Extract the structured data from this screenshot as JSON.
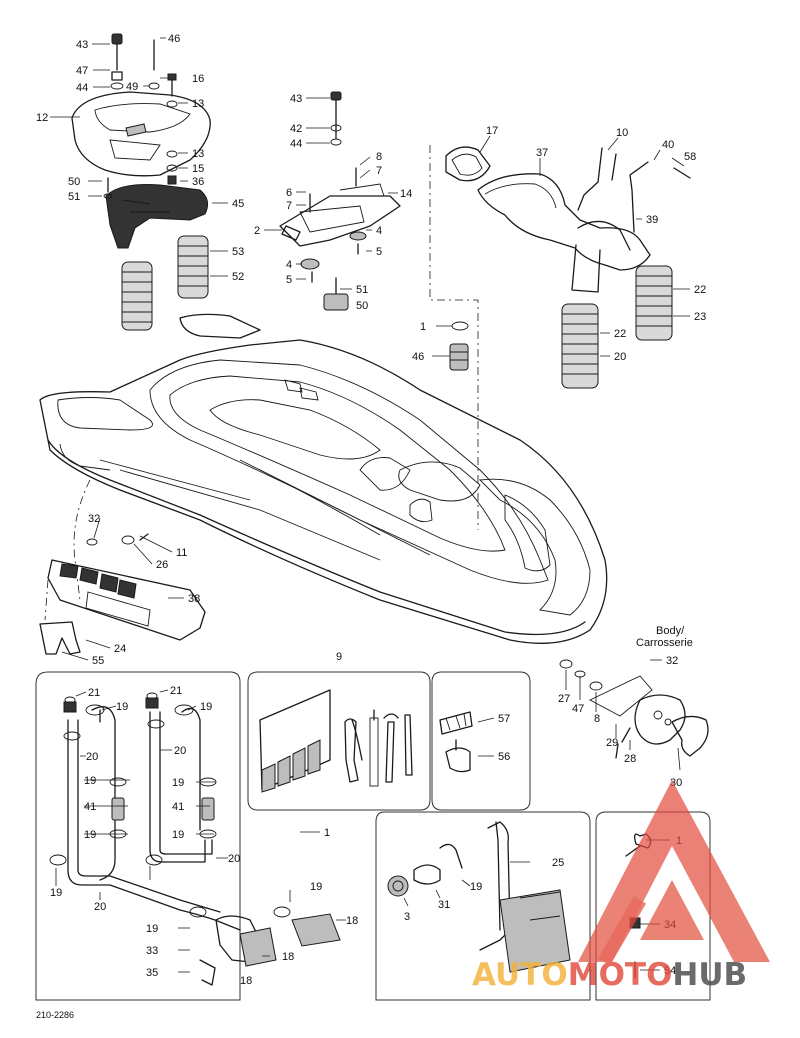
{
  "labels": [
    {
      "id": "43a",
      "text": "43"
    },
    {
      "id": "46a",
      "text": "46"
    },
    {
      "id": "47a",
      "text": "47"
    },
    {
      "id": "16",
      "text": "16"
    },
    {
      "id": "44a",
      "text": "44"
    },
    {
      "id": "49",
      "text": "49"
    },
    {
      "id": "13a",
      "text": "13"
    },
    {
      "id": "12",
      "text": "12"
    },
    {
      "id": "13b",
      "text": "13"
    },
    {
      "id": "15",
      "text": "15"
    },
    {
      "id": "50",
      "text": "50"
    },
    {
      "id": "36",
      "text": "36"
    },
    {
      "id": "51a",
      "text": "51"
    },
    {
      "id": "45",
      "text": "45"
    },
    {
      "id": "53",
      "text": "53"
    },
    {
      "id": "52",
      "text": "52"
    },
    {
      "id": "43b",
      "text": "43"
    },
    {
      "id": "42",
      "text": "42"
    },
    {
      "id": "44b",
      "text": "44"
    },
    {
      "id": "8a",
      "text": "8"
    },
    {
      "id": "7a",
      "text": "7"
    },
    {
      "id": "6",
      "text": "6"
    },
    {
      "id": "14",
      "text": "14"
    },
    {
      "id": "7b",
      "text": "7"
    },
    {
      "id": "2",
      "text": "2"
    },
    {
      "id": "4a",
      "text": "4"
    },
    {
      "id": "5a",
      "text": "5"
    },
    {
      "id": "4b",
      "text": "4"
    },
    {
      "id": "5b",
      "text": "5"
    },
    {
      "id": "51b",
      "text": "51"
    },
    {
      "id": "50b",
      "text": "50"
    },
    {
      "id": "17",
      "text": "17"
    },
    {
      "id": "10",
      "text": "10"
    },
    {
      "id": "37",
      "text": "37"
    },
    {
      "id": "40",
      "text": "40"
    },
    {
      "id": "58",
      "text": "58"
    },
    {
      "id": "39",
      "text": "39"
    },
    {
      "id": "22a",
      "text": "22"
    },
    {
      "id": "23",
      "text": "23"
    },
    {
      "id": "22b",
      "text": "22"
    },
    {
      "id": "20a",
      "text": "20"
    },
    {
      "id": "1a",
      "text": "1"
    },
    {
      "id": "46b",
      "text": "46"
    },
    {
      "id": "32a",
      "text": "32"
    },
    {
      "id": "11",
      "text": "11"
    },
    {
      "id": "26",
      "text": "26"
    },
    {
      "id": "38",
      "text": "38"
    },
    {
      "id": "55",
      "text": "55"
    },
    {
      "id": "24",
      "text": "24"
    },
    {
      "id": "9",
      "text": "9"
    },
    {
      "id": "body",
      "text": "Body/"
    },
    {
      "id": "carr",
      "text": "Carrosserie"
    },
    {
      "id": "32b",
      "text": "32"
    },
    {
      "id": "27",
      "text": "27"
    },
    {
      "id": "47b",
      "text": "47"
    },
    {
      "id": "8b",
      "text": "8"
    },
    {
      "id": "29",
      "text": "29"
    },
    {
      "id": "28",
      "text": "28"
    },
    {
      "id": "30",
      "text": "30"
    },
    {
      "id": "57",
      "text": "57"
    },
    {
      "id": "56",
      "text": "56"
    },
    {
      "id": "21a",
      "text": "21"
    },
    {
      "id": "21b",
      "text": "21"
    },
    {
      "id": "19a",
      "text": "19"
    },
    {
      "id": "19b",
      "text": "19"
    },
    {
      "id": "20b",
      "text": "20"
    },
    {
      "id": "20c",
      "text": "20"
    },
    {
      "id": "19c",
      "text": "19"
    },
    {
      "id": "19d",
      "text": "19"
    },
    {
      "id": "41a",
      "text": "41"
    },
    {
      "id": "41b",
      "text": "41"
    },
    {
      "id": "19e",
      "text": "19"
    },
    {
      "id": "19f",
      "text": "19"
    },
    {
      "id": "20d",
      "text": "20"
    },
    {
      "id": "1b",
      "text": "1"
    },
    {
      "id": "19g",
      "text": "19"
    },
    {
      "id": "20e",
      "text": "20"
    },
    {
      "id": "19h",
      "text": "19"
    },
    {
      "id": "19i",
      "text": "19"
    },
    {
      "id": "18a",
      "text": "18"
    },
    {
      "id": "33",
      "text": "33"
    },
    {
      "id": "35",
      "text": "35"
    },
    {
      "id": "18b",
      "text": "18"
    },
    {
      "id": "18c",
      "text": "18"
    },
    {
      "id": "25",
      "text": "25"
    },
    {
      "id": "19j",
      "text": "19"
    },
    {
      "id": "31",
      "text": "31"
    },
    {
      "id": "3",
      "text": "3"
    },
    {
      "id": "1c",
      "text": "1"
    },
    {
      "id": "34",
      "text": "34"
    },
    {
      "id": "54",
      "text": "54"
    }
  ],
  "drawing_code": "210-2286",
  "watermark": {
    "word_part1": "AUTO",
    "word_part2": "MOTO",
    "word_part3": "HUB",
    "color_part1": "#f3b23a",
    "color_part2": "#e24b3b",
    "color_part3": "#4a4a4a",
    "logo_color": "#e24b3b"
  }
}
